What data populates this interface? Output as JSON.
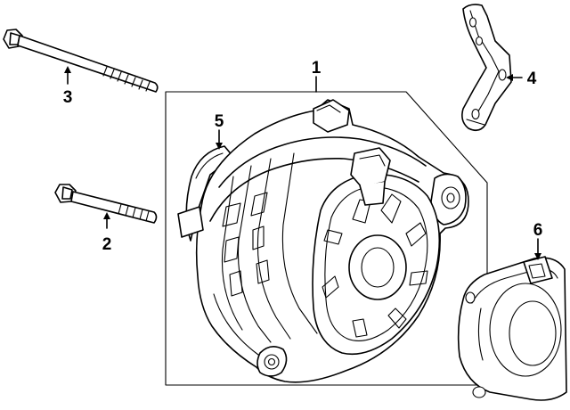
{
  "diagram": {
    "callouts": [
      {
        "id": "1",
        "label": "1",
        "part": "alternator-assembly"
      },
      {
        "id": "2",
        "label": "2",
        "part": "lower-bolt"
      },
      {
        "id": "3",
        "label": "3",
        "part": "upper-bolt"
      },
      {
        "id": "4",
        "label": "4",
        "part": "bracket"
      },
      {
        "id": "5",
        "label": "5",
        "part": "rear-cover"
      },
      {
        "id": "6",
        "label": "6",
        "part": "rear-housing-cover"
      }
    ]
  }
}
